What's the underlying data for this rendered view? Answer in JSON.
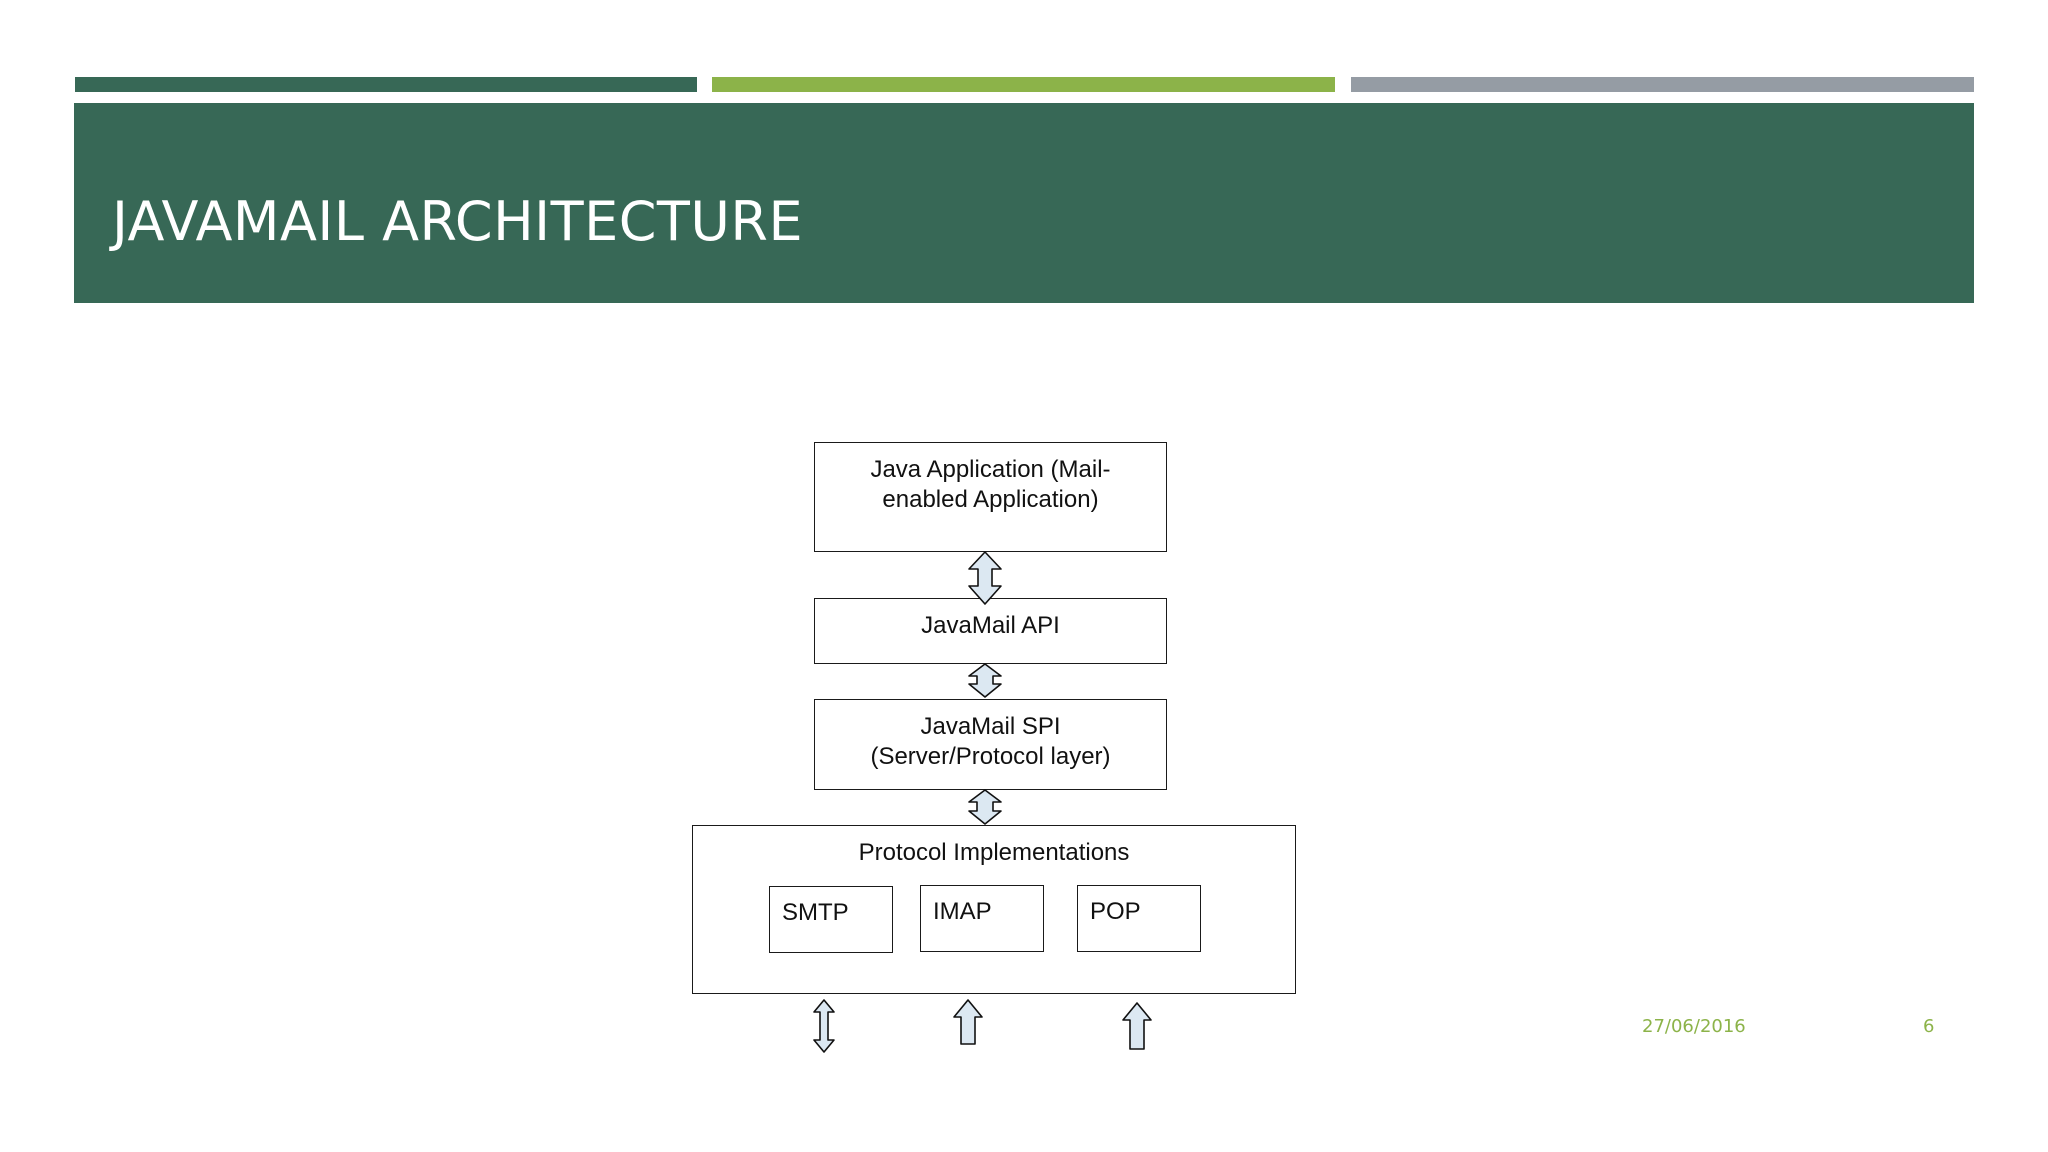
{
  "slide": {
    "title": "JAVAMAIL ARCHITECTURE",
    "date": "27/06/2016",
    "page_number": "6"
  },
  "colors": {
    "accent_dark_green": "#376856",
    "accent_light_green": "#8cb349",
    "accent_gray": "#959ca4",
    "footer_text": "#8cb349",
    "arrow_fill": "#dce8f2"
  },
  "diagram": {
    "layers": [
      {
        "id": "java-application",
        "lines": [
          "Java Application (Mail-",
          "enabled Application)"
        ]
      },
      {
        "id": "javamail-api",
        "lines": [
          "JavaMail API"
        ]
      },
      {
        "id": "javamail-spi",
        "lines": [
          "JavaMail SPI",
          "(Server/Protocol layer)"
        ]
      }
    ],
    "protocols": {
      "label": "Protocol Implementations",
      "items": [
        "SMTP",
        "IMAP",
        "POP"
      ]
    }
  }
}
